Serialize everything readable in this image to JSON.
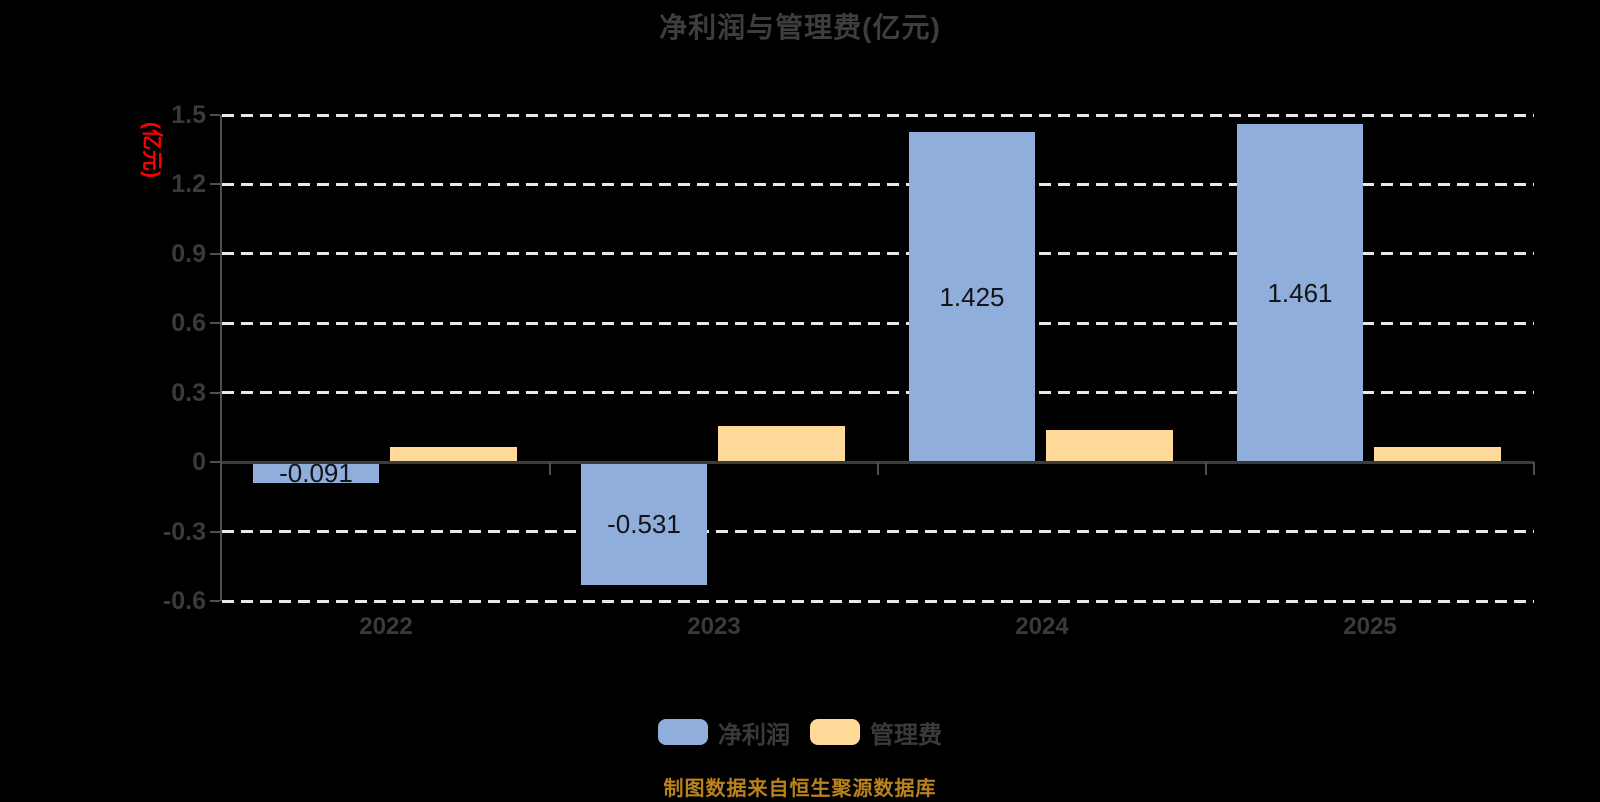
{
  "title": "净利润与管理费(亿元)",
  "y_axis_label": "(亿元)",
  "footer": {
    "text": "制图数据来自恒生聚源数据库",
    "color": "#B8821E"
  },
  "colors": {
    "background": "#000000",
    "title_text": "#3D3D3D",
    "axis_text": "#3A3A3A",
    "axis_line": "#4F4F4F",
    "zero_line": "#3C3C3C",
    "gridline": "#E8E8E8",
    "bar_value_text": "#141414",
    "y_unit_label": "#FF0000",
    "footer_text": "#B8821E",
    "net_profit_bar": "#8FAEDC",
    "management_fee_bar": "#FED998"
  },
  "chart_data": {
    "type": "bar",
    "title": "净利润与管理费(亿元)",
    "ylabel": "(亿元)",
    "xlabel": "",
    "categories": [
      "2022",
      "2023",
      "2024",
      "2025"
    ],
    "series": [
      {
        "id": "net-profit",
        "name": "净利润",
        "color": "#8FAEDC",
        "values": [
          -0.091,
          -0.531,
          1.425,
          1.461
        ],
        "labels": [
          "-0.091",
          "-0.531",
          "1.425",
          "1.461"
        ]
      },
      {
        "id": "management-fee",
        "name": "管理费",
        "color": "#FED998",
        "values": [
          0.065,
          0.155,
          0.14,
          0.065
        ]
      }
    ],
    "ylim": [
      -0.6,
      1.5
    ],
    "yticks": [
      {
        "v": 1.5,
        "label": "1.5"
      },
      {
        "v": 1.2,
        "label": "1.2"
      },
      {
        "v": 0.9,
        "label": "0.9"
      },
      {
        "v": 0.6,
        "label": "0.6"
      },
      {
        "v": 0.3,
        "label": "0.3"
      },
      {
        "v": 0,
        "label": "0"
      },
      {
        "v": -0.3,
        "label": "-0.3"
      },
      {
        "v": -0.6,
        "label": "-0.6"
      }
    ],
    "grid": "horizontal-dashed",
    "legend_position": "bottom"
  }
}
